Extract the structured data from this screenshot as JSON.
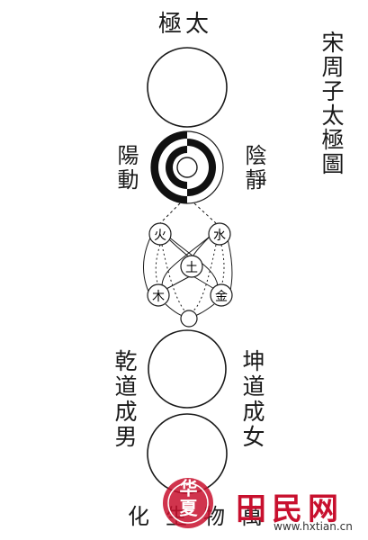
{
  "top_title": "太極",
  "side_title": "宋周子太極圖",
  "left_label_1": "陽動",
  "right_label_1": "陰靜",
  "left_label_2": "乾道成男",
  "right_label_2": "坤道成女",
  "bottom_label": "萬物生化",
  "elements": {
    "fire": "火",
    "water": "水",
    "earth": "土",
    "wood": "木",
    "metal": "金"
  },
  "watermark": {
    "brand": "田民网",
    "site": "www.hxtian.cn",
    "stamp": "华夏",
    "brand_color": "#c8102e"
  }
}
